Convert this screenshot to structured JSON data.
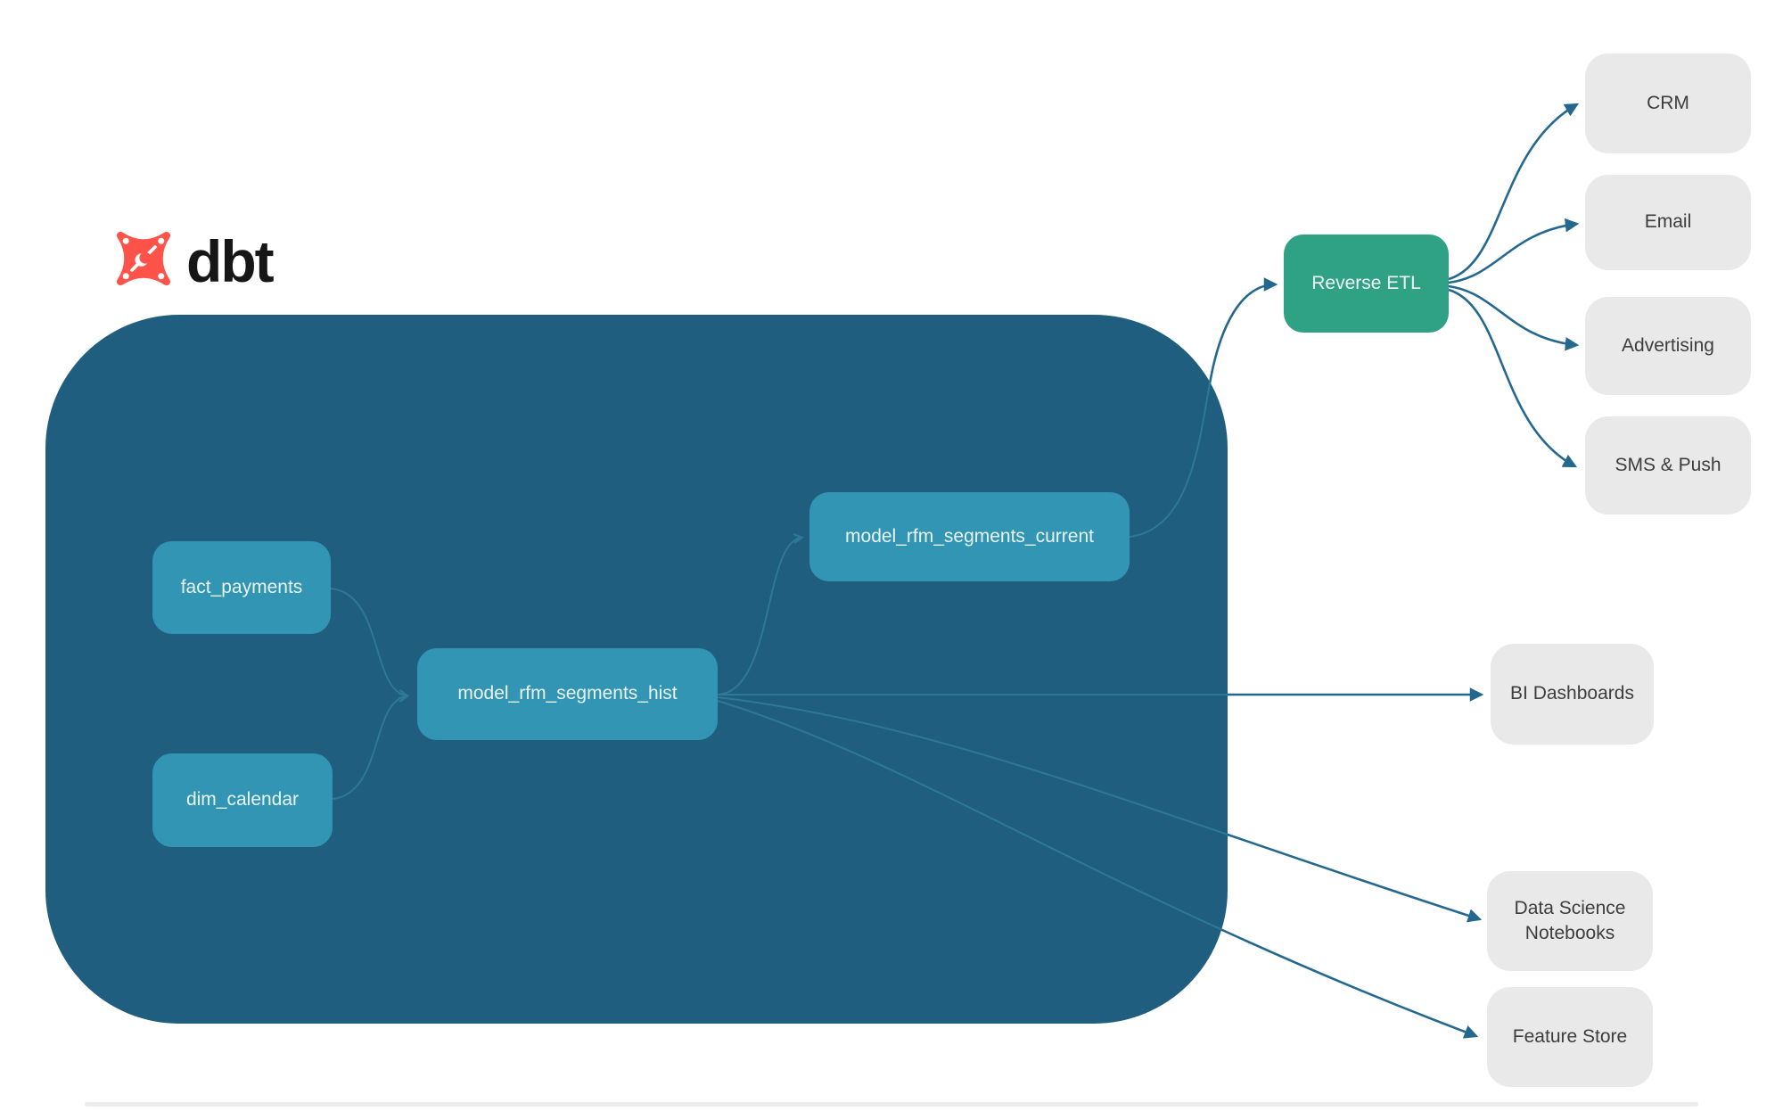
{
  "brand": {
    "logo_text": "dbt"
  },
  "colors": {
    "container_bg": "#1f5e7e",
    "node_bg": "#3295b4",
    "node_text": "#e9f5f9",
    "reverse_etl_bg": "#2fa185",
    "dest_bg": "#e9e9e9",
    "dest_text": "#3d3d3d",
    "edge_strong": "#24688f",
    "edge_subtle": "#2e7899",
    "logo_orange": "#ff5248",
    "logo_ink": "#161616",
    "divider": "#ededed"
  },
  "diagram": {
    "nodes": {
      "fact_payments": {
        "label": "fact_payments",
        "kind": "dbt model"
      },
      "dim_calendar": {
        "label": "dim_calendar",
        "kind": "dbt model"
      },
      "model_rfm_segments_hist": {
        "label": "model_rfm_segments_hist",
        "kind": "dbt model"
      },
      "model_rfm_segments_current": {
        "label": "model_rfm_segments_current",
        "kind": "dbt model"
      },
      "reverse_etl": {
        "label": "Reverse ETL",
        "kind": "process"
      },
      "crm": {
        "label": "CRM",
        "kind": "destination"
      },
      "email": {
        "label": "Email",
        "kind": "destination"
      },
      "advertising": {
        "label": "Advertising",
        "kind": "destination"
      },
      "sms_push": {
        "label": "SMS & Push",
        "kind": "destination"
      },
      "bi_dashboards": {
        "label": "BI Dashboards",
        "kind": "destination"
      },
      "data_science_notebooks": {
        "label": "Data Science Notebooks",
        "kind": "destination"
      },
      "feature_store": {
        "label": "Feature Store",
        "kind": "destination"
      }
    },
    "edges": [
      {
        "from": "fact_payments",
        "to": "model_rfm_segments_hist"
      },
      {
        "from": "dim_calendar",
        "to": "model_rfm_segments_hist"
      },
      {
        "from": "model_rfm_segments_hist",
        "to": "model_rfm_segments_current"
      },
      {
        "from": "model_rfm_segments_current",
        "to": "reverse_etl"
      },
      {
        "from": "reverse_etl",
        "to": "crm"
      },
      {
        "from": "reverse_etl",
        "to": "email"
      },
      {
        "from": "reverse_etl",
        "to": "advertising"
      },
      {
        "from": "reverse_etl",
        "to": "sms_push"
      },
      {
        "from": "model_rfm_segments_hist",
        "to": "bi_dashboards"
      },
      {
        "from": "model_rfm_segments_hist",
        "to": "data_science_notebooks"
      },
      {
        "from": "model_rfm_segments_hist",
        "to": "feature_store"
      }
    ]
  }
}
